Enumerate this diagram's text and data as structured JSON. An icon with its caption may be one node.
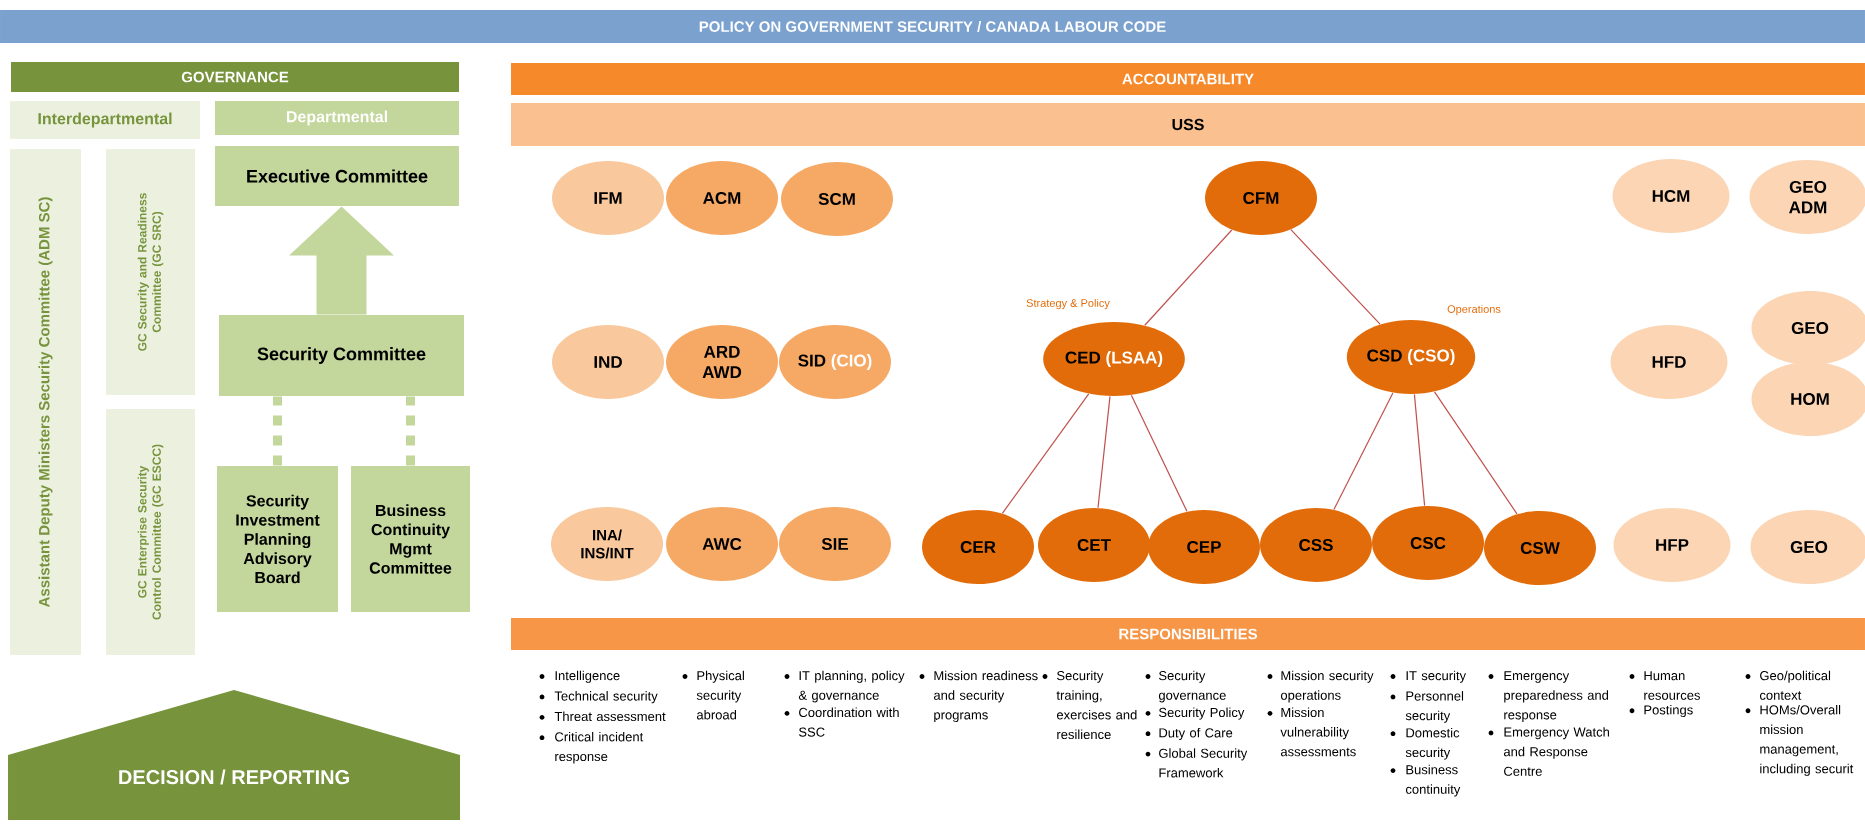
{
  "diagram": {
    "title": "POLICY ON GOVERNMENT SECURITY / CANADA LABOUR CODE",
    "nodes": [
      {
        "text": [
          "GOVERNANCE"
        ]
      },
      {
        "text": [
          "Interdepartmental"
        ]
      },
      {
        "text": [
          "Departmental"
        ]
      },
      {
        "text": [
          "Assistant Deputy Ministers Security Committee (ADM SC)"
        ]
      },
      {
        "text": [
          "GC Security and Readiness Committee (GC SRC)"
        ]
      },
      {
        "text": [
          "GC Enterprise Security Control Committee (GC ESCC)"
        ]
      },
      {
        "text": [
          "Executive Committee"
        ]
      },
      {
        "text": [
          "Security Committee"
        ]
      },
      {
        "text": [
          "Security Investment Planning Advisory Board"
        ]
      },
      {
        "text": [
          "Business Continuity Mgmt Committee"
        ]
      },
      {
        "text": [
          "DECISION / REPORTING"
        ]
      },
      {
        "text": [
          "ACCOUNTABILITY"
        ]
      },
      {
        "text": [
          "USS"
        ]
      },
      {
        "text": [
          "IFM"
        ]
      },
      {
        "text": [
          "ACM"
        ]
      },
      {
        "text": [
          "SCM"
        ]
      },
      {
        "text": [
          "CFM"
        ]
      },
      {
        "text": [
          "HCM"
        ]
      },
      {
        "text": [
          "GEO ADM"
        ]
      },
      {
        "text": [
          "IND"
        ]
      },
      {
        "text": [
          "ARD AWD"
        ]
      },
      {
        "text": [
          "SID",
          "(CIO)"
        ]
      },
      {
        "text": [
          "CED",
          "(LSAA)"
        ],
        "beside": [
          "Strategy & Policy"
        ]
      },
      {
        "text": [
          "CSD",
          "(CSO)"
        ],
        "beside": [
          "Operations"
        ]
      },
      {
        "text": [
          "HFD"
        ]
      },
      {
        "text": [
          "GEO"
        ]
      },
      {
        "text": [
          "HOM"
        ]
      },
      {
        "text": [
          "INA/ INS/INT"
        ]
      },
      {
        "text": [
          "AWC"
        ]
      },
      {
        "text": [
          "SIE"
        ]
      },
      {
        "text": [
          "CER"
        ]
      },
      {
        "text": [
          "CET"
        ]
      },
      {
        "text": [
          "CEP"
        ]
      },
      {
        "text": [
          "CSS"
        ]
      },
      {
        "text": [
          "CSC"
        ]
      },
      {
        "text": [
          "CSW"
        ]
      },
      {
        "text": [
          "HFP"
        ]
      },
      {
        "text": [
          "GEO"
        ]
      },
      {
        "text": [
          "RESPONSIBILITIES"
        ]
      }
    ],
    "edges": [
      {
        "from": 7,
        "to": 6,
        "arrow": "to",
        "style": "thick",
        "color": "#c3d69b"
      },
      {
        "from": 8,
        "to": 7,
        "arrow": "none",
        "style": "dashed",
        "color": "#c3d69b"
      },
      {
        "from": 9,
        "to": 7,
        "arrow": "none",
        "style": "dashed",
        "color": "#c3d69b"
      },
      {
        "from": 16,
        "to": 22,
        "arrow": "none"
      },
      {
        "from": 16,
        "to": 23,
        "arrow": "none"
      },
      {
        "from": 22,
        "to": 30,
        "arrow": "none"
      },
      {
        "from": 22,
        "to": 31,
        "arrow": "none"
      },
      {
        "from": 22,
        "to": 32,
        "arrow": "none"
      },
      {
        "from": 23,
        "to": 33,
        "arrow": "none"
      },
      {
        "from": 23,
        "to": 34,
        "arrow": "none"
      },
      {
        "from": 23,
        "to": 35,
        "arrow": "none"
      }
    ],
    "labels": [
      "Intelligence",
      "Technical security",
      "Threat assessment",
      "Critical incident response",
      "Physical security abroad",
      "IT planning, policy & governance",
      "Coordination with SSC",
      "Mission readiness and security programs",
      "Security training, exercises and resilience",
      "Security governance",
      "Security Policy",
      "Duty of Care",
      "Global Security Framework",
      "Mission security operations",
      "Mission vulnerability assessments",
      "IT security",
      "Personnel security",
      "Domestic security",
      "Business continuity",
      "Emergency preparedness and response",
      "Emergency Watch and Response Centre",
      "Human resources",
      "Postings",
      "Geo/political context",
      "HOMs/Overall mission management, including securit"
    ]
  }
}
